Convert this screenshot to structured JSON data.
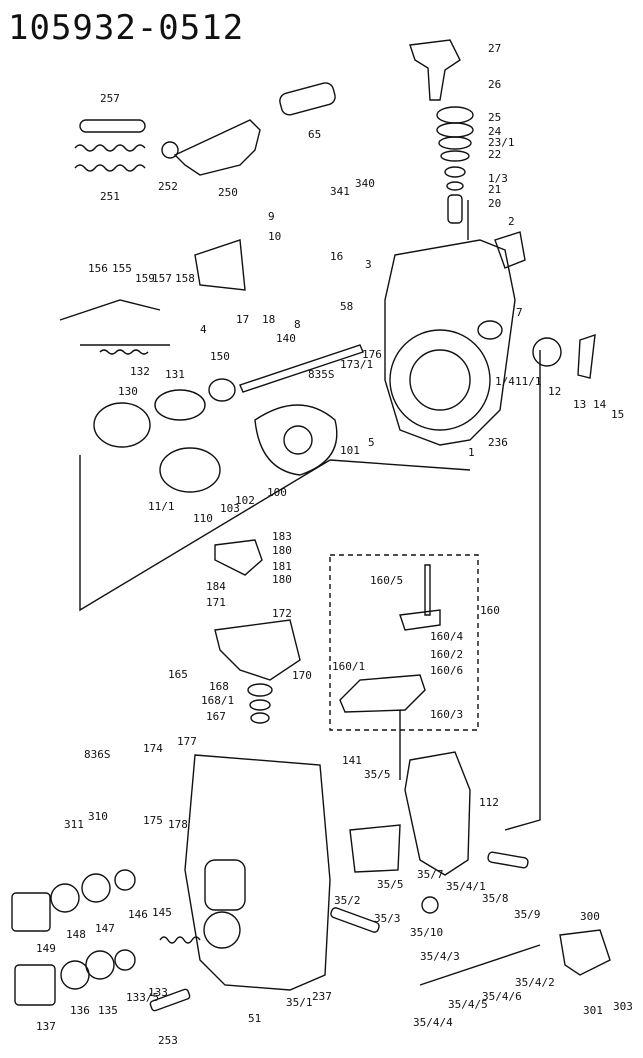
{
  "diagram": {
    "title": "105932-0512",
    "labels": [
      "27",
      "26",
      "25",
      "24",
      "23/1",
      "22",
      "1/3",
      "21",
      "20",
      "2",
      "341",
      "340",
      "9",
      "10",
      "257",
      "65",
      "252",
      "250",
      "251",
      "156",
      "155",
      "159",
      "157",
      "158",
      "4",
      "17",
      "18",
      "8",
      "16",
      "3",
      "58",
      "176",
      "173/1",
      "7",
      "132",
      "140",
      "150",
      "131",
      "130",
      "835S",
      "101",
      "5",
      "236",
      "1",
      "1/4",
      "11/1",
      "12",
      "13",
      "14",
      "15",
      "100",
      "102",
      "103",
      "110",
      "11/1",
      "183",
      "180",
      "181",
      "180",
      "184",
      "171",
      "172",
      "160/5",
      "160",
      "165",
      "170",
      "160/4",
      "160/2",
      "160/6",
      "160/1",
      "168",
      "168/1",
      "167",
      "160/3",
      "836S",
      "174",
      "177",
      "141",
      "35/5",
      "112",
      "310",
      "311",
      "178",
      "175",
      "35/5",
      "35/7",
      "35/4/1",
      "35/8",
      "35/9",
      "146",
      "145",
      "149",
      "148",
      "147",
      "35/2",
      "35/3",
      "35/10",
      "300",
      "35/4/3",
      "35/4/2",
      "137",
      "136",
      "135",
      "133",
      "133/5",
      "253",
      "51",
      "35/1",
      "237",
      "35/4/6",
      "35/4/5",
      "35/4/4",
      "301",
      "303"
    ]
  }
}
